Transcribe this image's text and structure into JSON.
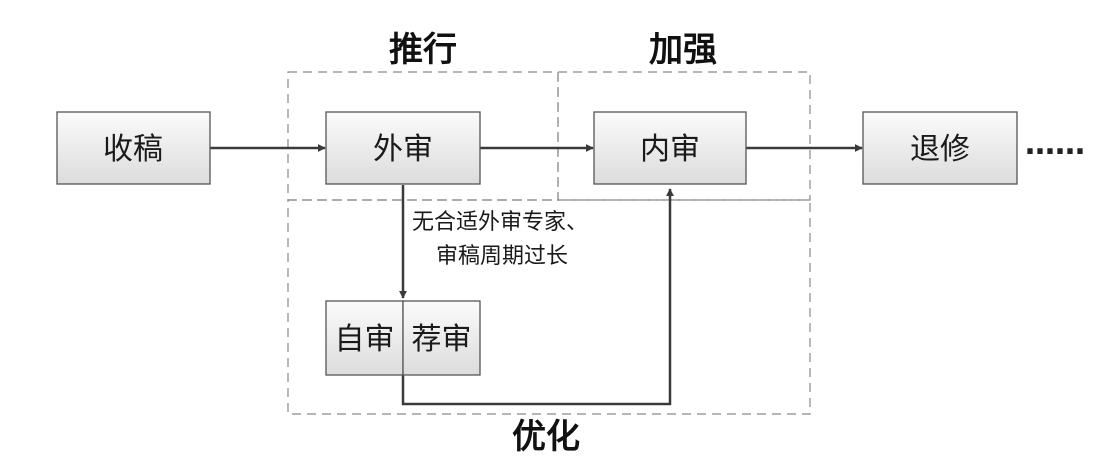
{
  "regions": {
    "promote": "推行",
    "strengthen": "加强",
    "optimize": "优化"
  },
  "nodes": {
    "receive": "收稿",
    "external_review": "外审",
    "internal_review": "内审",
    "revision": "退修",
    "self_review": "自审",
    "recommend_review": "荐审"
  },
  "annotation": {
    "line1": "无合适外审专家、",
    "line2": "审稿周期过长"
  },
  "continuation": "……"
}
